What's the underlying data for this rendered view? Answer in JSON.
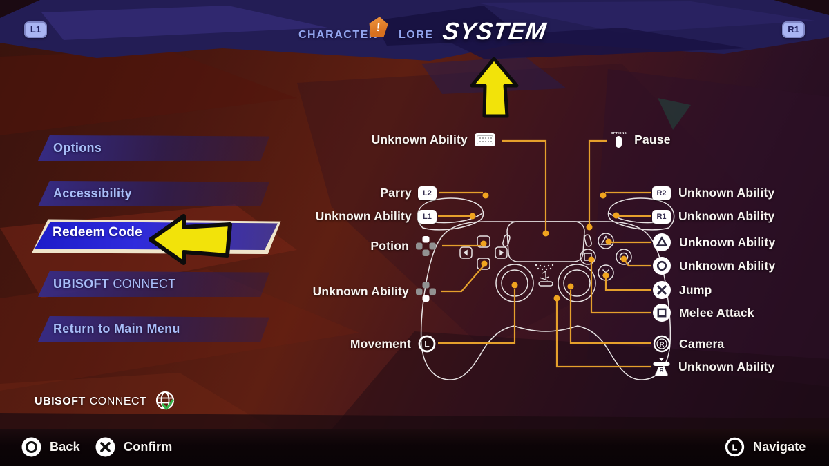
{
  "header": {
    "shoulder_left": "L1",
    "shoulder_right": "R1",
    "tabs": [
      {
        "label": "CHARACTER",
        "badge": "!"
      },
      {
        "label": "LORE"
      },
      {
        "label": "SYSTEM",
        "active": true
      }
    ]
  },
  "sidebar": {
    "items": [
      {
        "label": "Options"
      },
      {
        "label": "Accessibility"
      },
      {
        "label": "Redeem Code",
        "selected": true
      },
      {
        "label": "UBISOFT",
        "label2": "CONNECT"
      },
      {
        "label": "Return to Main Menu"
      }
    ]
  },
  "bindings": {
    "left": [
      {
        "action": "Unknown Ability",
        "control": "touchpad"
      },
      {
        "action": "Parry",
        "control": "L2"
      },
      {
        "action": "Unknown Ability",
        "control": "L1"
      },
      {
        "action": "Potion",
        "control": "dpad-up"
      },
      {
        "action": "Unknown Ability",
        "control": "dpad-down"
      },
      {
        "action": "Movement",
        "control": "left-stick",
        "glyph": "L"
      }
    ],
    "right": [
      {
        "action": "Pause",
        "control": "options-button",
        "tiny_label": "OPTIONS"
      },
      {
        "action": "Unknown Ability",
        "control": "R2"
      },
      {
        "action": "Unknown Ability",
        "control": "R1"
      },
      {
        "action": "Unknown Ability",
        "control": "triangle"
      },
      {
        "action": "Unknown Ability",
        "control": "circle"
      },
      {
        "action": "Jump",
        "control": "cross"
      },
      {
        "action": "Melee Attack",
        "control": "square"
      },
      {
        "action": "Camera",
        "control": "right-stick",
        "glyph": "R"
      },
      {
        "action": "Unknown Ability",
        "control": "right-stick-press",
        "glyph": "R"
      }
    ]
  },
  "footer": {
    "service_bold": "UBISOFT",
    "service_rest": "CONNECT",
    "hints": [
      {
        "button": "circle",
        "label": "Back"
      },
      {
        "button": "cross",
        "label": "Confirm"
      },
      {
        "button": "left-stick",
        "glyph": "L",
        "label": "Navigate"
      }
    ]
  },
  "colors": {
    "accent_gold": "#E5A02C",
    "selection_blue": "#2F2BDC",
    "selection_border": "#EFE5CB",
    "arrow_yellow": "#F2E30A",
    "tab_inactive": "#93A5EF",
    "sidebar_text": "#A8BDF8",
    "alert_orange": "#E8842C",
    "connect_check_green": "#33B34A",
    "top_band_navy": "#231D55"
  }
}
